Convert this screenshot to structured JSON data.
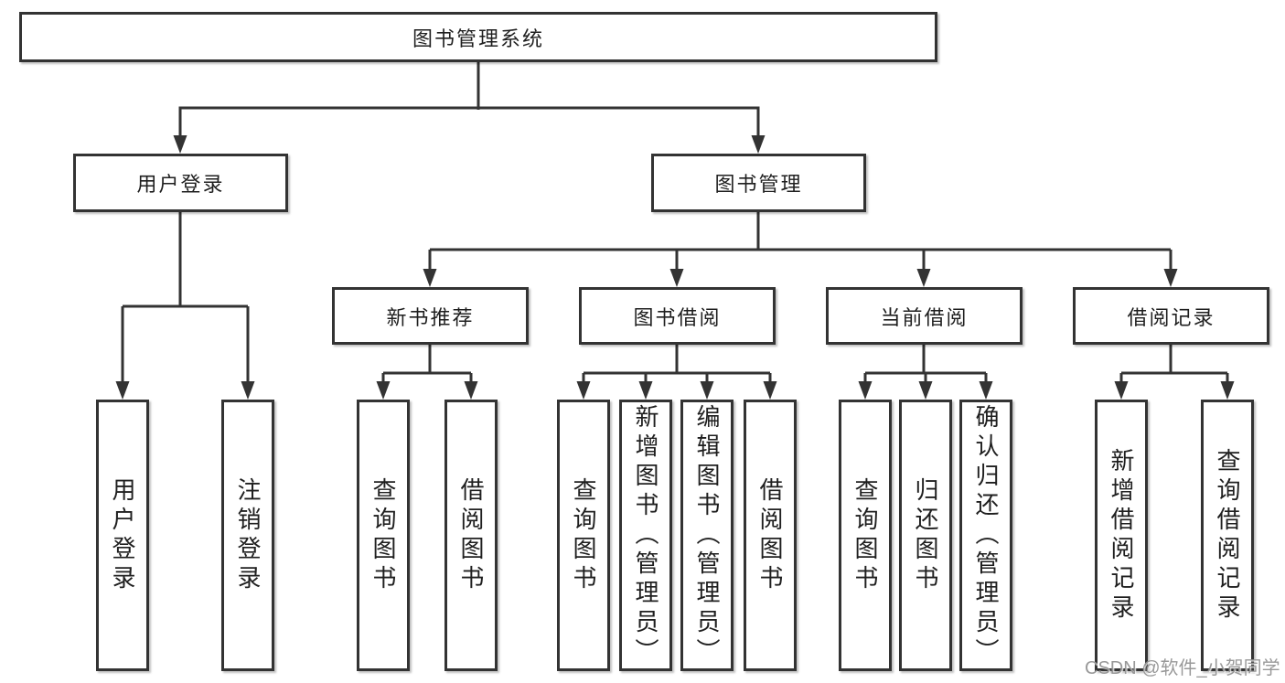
{
  "diagram": {
    "root": {
      "label": "图书管理系统"
    },
    "branches": [
      {
        "label": "用户登录",
        "children": [
          {
            "label": "用户登录"
          },
          {
            "label": "注销登录"
          }
        ]
      },
      {
        "label": "图书管理",
        "children": [
          {
            "label": "新书推荐",
            "children": [
              {
                "label": "查询图书"
              },
              {
                "label": "借阅图书"
              }
            ]
          },
          {
            "label": "图书借阅",
            "children": [
              {
                "label": "查询图书"
              },
              {
                "label": "新增图书（管理员）"
              },
              {
                "label": "编辑图书（管理员）"
              },
              {
                "label": "借阅图书"
              }
            ]
          },
          {
            "label": "当前借阅",
            "children": [
              {
                "label": "查询图书"
              },
              {
                "label": "归还图书"
              },
              {
                "label": "确认归还（管理员）"
              }
            ]
          },
          {
            "label": "借阅记录",
            "children": [
              {
                "label": "新增借阅记录"
              },
              {
                "label": "查询借阅记录"
              }
            ]
          }
        ]
      }
    ]
  },
  "watermark": {
    "text": "CSDN @软件_小贺同学"
  },
  "colors": {
    "line": "#333333",
    "text": "#1f1f1f",
    "background": "#ffffff",
    "watermark": "#949494"
  }
}
